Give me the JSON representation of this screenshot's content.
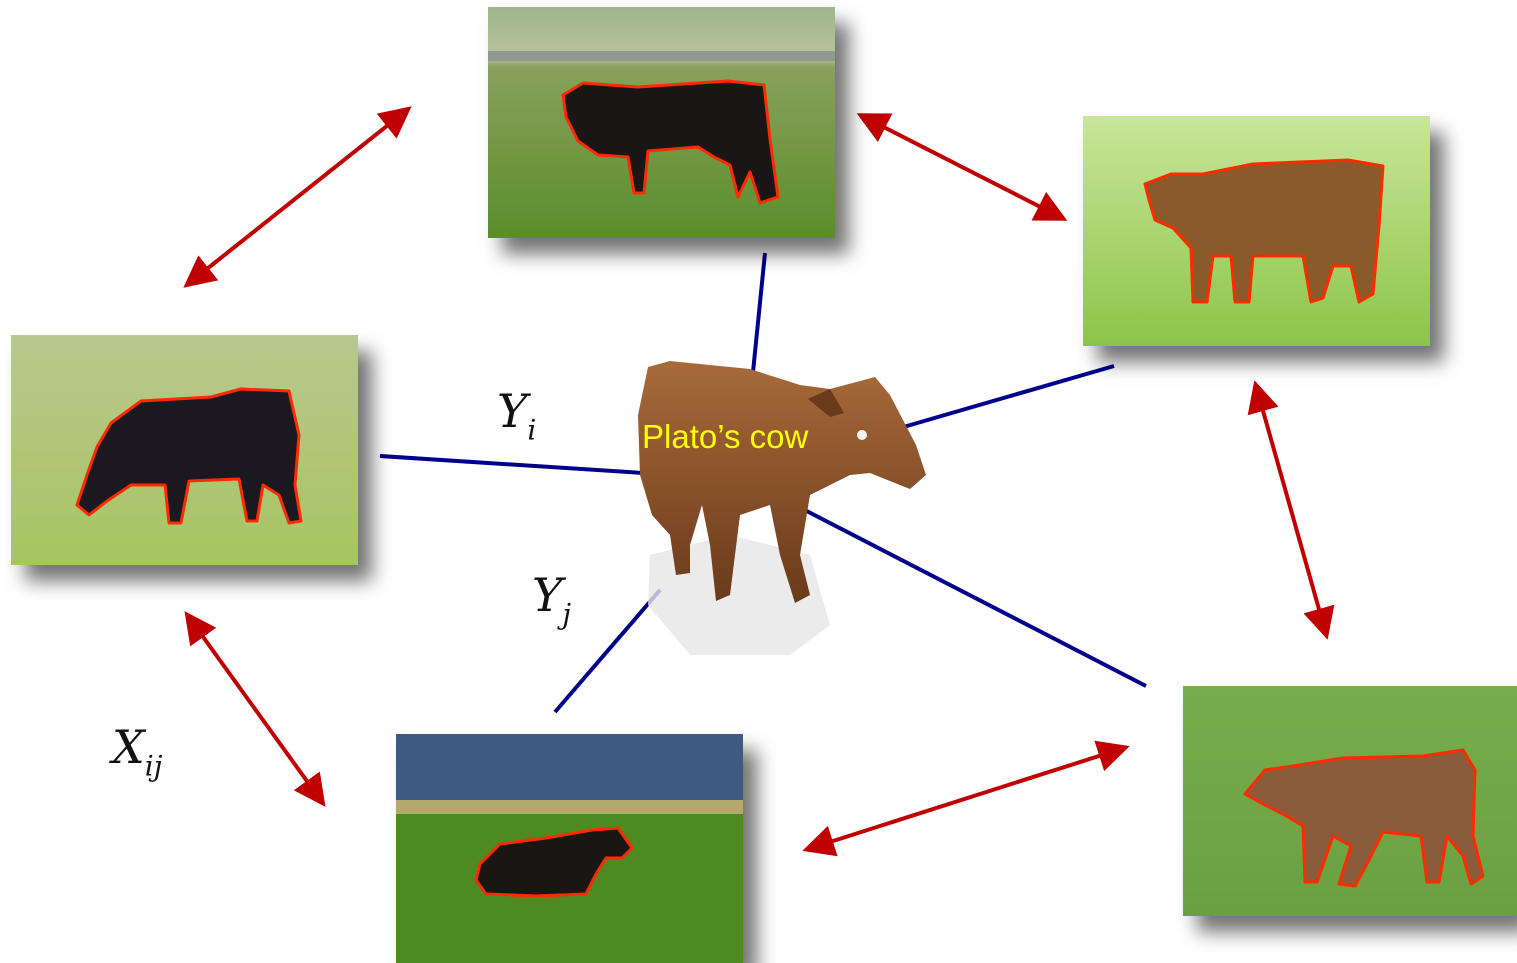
{
  "labels": {
    "center": "Plato’s cow",
    "y_i": {
      "base": "Y",
      "sub": "i"
    },
    "y_j": {
      "base": "Y",
      "sub": "j"
    },
    "x_ij": {
      "base": "X",
      "sub": "ij"
    }
  },
  "colors": {
    "pairwise_arrow": "#c00000",
    "link_line": "#00008b",
    "outline": "#ff2a00",
    "label": "#ffff00"
  }
}
